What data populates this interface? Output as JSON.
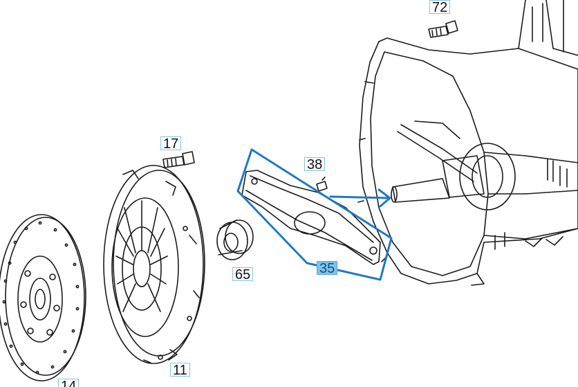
{
  "diagram": {
    "callouts": {
      "c72": "72",
      "c17": "17",
      "c38": "38",
      "c65": "65",
      "c35": "35",
      "c11": "11",
      "c14": "14"
    },
    "highlighted_callout": "35",
    "colors": {
      "line": "#1a1a1a",
      "highlight": "#1f78c8",
      "callout_border": "#7fc4ea",
      "callout_active_bg": "#7cc3ee"
    }
  }
}
